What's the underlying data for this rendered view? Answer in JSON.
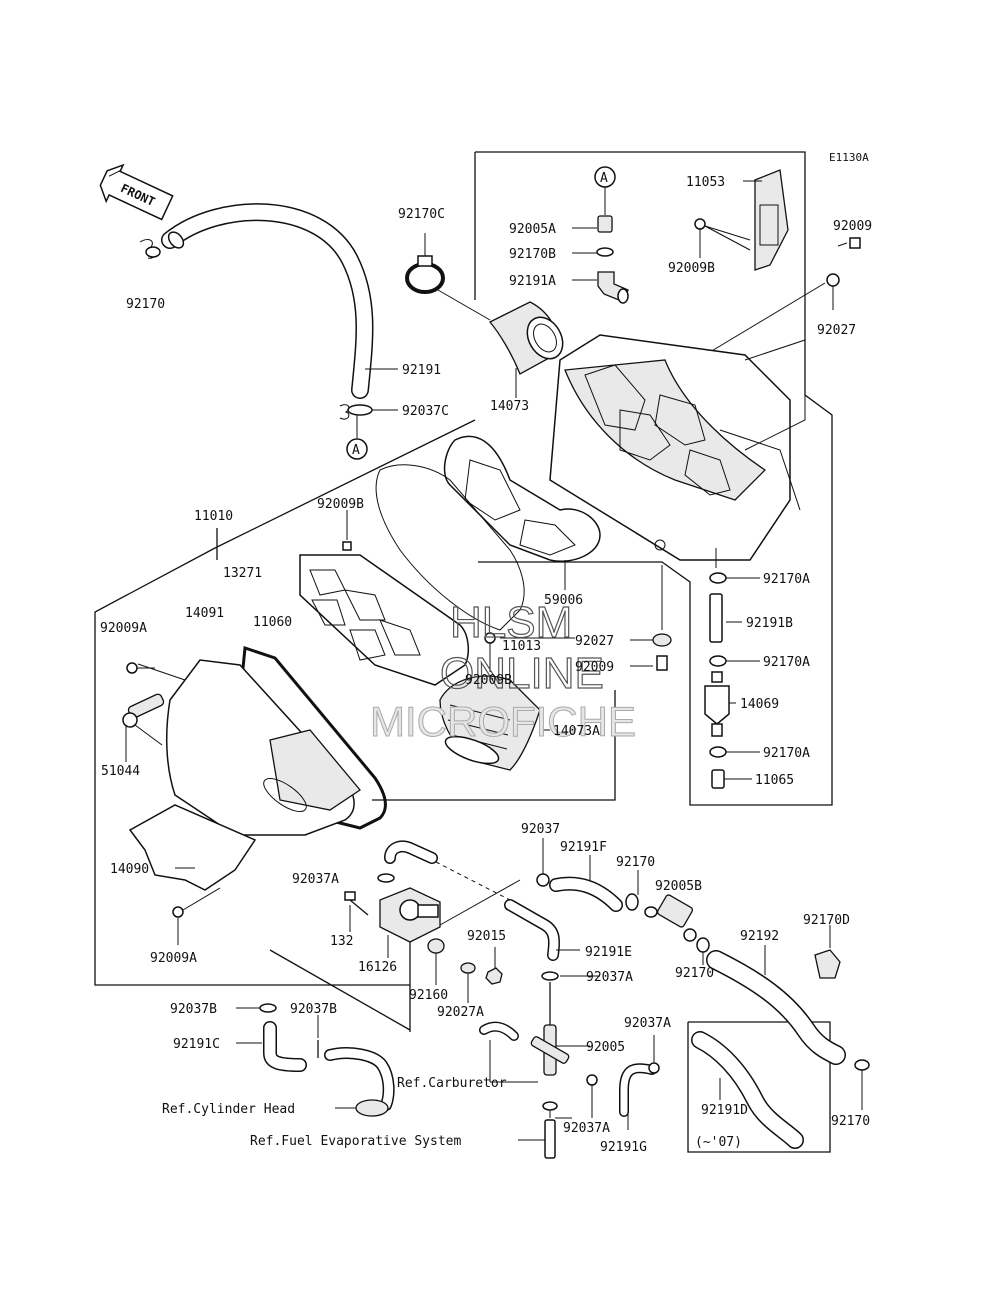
{
  "diagram_code": "E1130A",
  "front_label": "FRONT",
  "ref_marker": "A",
  "watermark": [
    "HLSM",
    "ONLINE",
    "MICROFICHE"
  ],
  "labels": {
    "p92170": "92170",
    "p92170C": "92170C",
    "p92005A": "92005A",
    "p92170B": "92170B",
    "p92191A": "92191A",
    "p11053": "11053",
    "p92009B_top": "92009B",
    "p92009_top": "92009",
    "p92027_top": "92027",
    "p14073": "14073",
    "p92191": "92191",
    "p92037C": "92037C",
    "p11010": "11010",
    "p92009B_mid": "92009B",
    "p13271": "13271",
    "p59006": "59006",
    "p92170A_1": "92170A",
    "p92191B": "92191B",
    "p92027_mid": "92027",
    "p11013": "11013",
    "p92009_mid": "92009",
    "p92170A_2": "92170A",
    "p14069": "14069",
    "p92009B_low": "92009B",
    "p14073A": "14073A",
    "p92170A_3": "92170A",
    "p11065": "11065",
    "p14091": "14091",
    "p11060": "11060",
    "p92009A_1": "92009A",
    "p51044": "51044",
    "p14090": "14090",
    "p92009A_2": "92009A",
    "p92037": "92037",
    "p92191F": "92191F",
    "p92170_mid": "92170",
    "p92005B": "92005B",
    "p92037A_1": "92037A",
    "p132": "132",
    "p16126": "16126",
    "p92015": "92015",
    "p92191E": "92191E",
    "p92192": "92192",
    "p92170D": "92170D",
    "p92170_low": "92170",
    "p92037A_2": "92037A",
    "p92160": "92160",
    "p92027A": "92027A",
    "p92037B_1": "92037B",
    "p92037B_2": "92037B",
    "p92191C": "92191C",
    "p92005": "92005",
    "p92037A_3": "92037A",
    "p92037A_4": "92037A",
    "p92191G": "92191G",
    "p92191D": "92191D",
    "p92170_right": "92170",
    "p07": "(~'07)",
    "ref_carb": "Ref.Carburetor",
    "ref_head": "Ref.Cylinder Head",
    "ref_evap": "Ref.Fuel Evaporative System"
  }
}
